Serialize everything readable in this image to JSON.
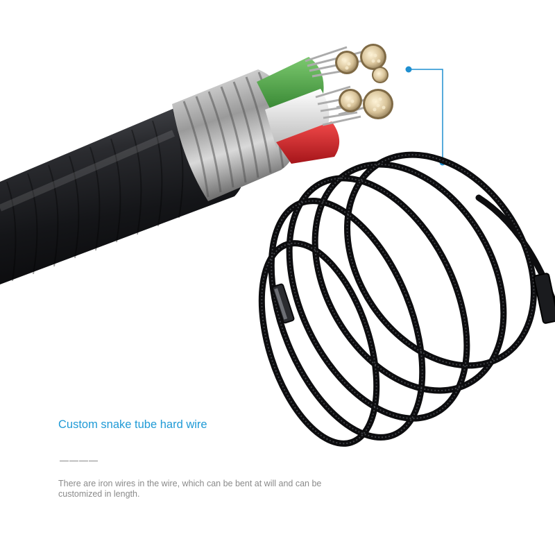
{
  "product_image": {
    "headline": "Custom snake tube hard wire",
    "divider": "————",
    "description": "There are iron wires in the wire, which can be bent at will and can be customized in length.",
    "colors": {
      "headline": "#1f9ad6",
      "callout_line": "#1f8fd0",
      "description": "#8a8a8a",
      "cable_jacket": "#1e1f22",
      "insulation_green": "#4aa845",
      "insulation_white": "#e8e8e8",
      "insulation_red": "#d8262a",
      "conductor": "#d9c9a3"
    },
    "icons": [
      "armored-cable-illustration",
      "coiled-snake-tube-illustration",
      "callout-dot"
    ]
  }
}
